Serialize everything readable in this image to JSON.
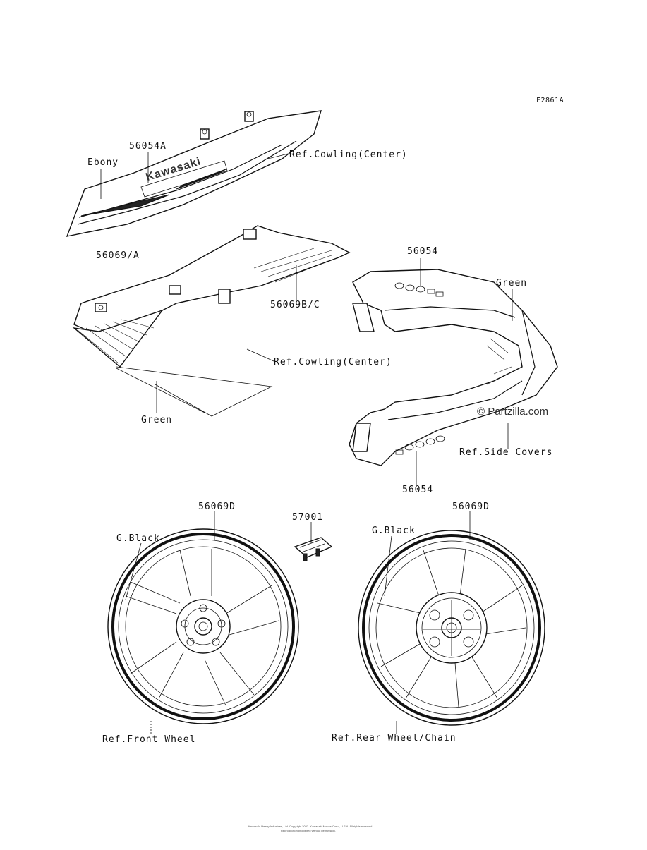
{
  "diagram": {
    "code": "F2861A",
    "watermark": "Partzilla.com",
    "footer_line1": "Kawasaki Heavy Industries, Ltd. Copyright 2003. Kawasaki Motors Corp., U.S.A. All rights reserved.",
    "footer_line2": "Reproduction prohibited without permission."
  },
  "labels": {
    "part_56054A": "56054A",
    "ebony": "Ebony",
    "ref_cowling_center_1": "Ref.Cowling(Center)",
    "part_56069A": "56069/A",
    "part_56069BC": "56069B/C",
    "ref_cowling_center_2": "Ref.Cowling(Center)",
    "green_left": "Green",
    "part_56054_top": "56054",
    "green_right": "Green",
    "ref_side_covers": "Ref.Side Covers",
    "part_56054_bottom": "56054",
    "part_56069D_front": "56069D",
    "gblack_front": "G.Black",
    "part_57001": "57001",
    "part_56069D_rear": "56069D",
    "gblack_rear": "G.Black",
    "ref_front_wheel": "Ref.Front Wheel",
    "ref_rear_wheel": "Ref.Rear Wheel/Chain"
  },
  "decal_text": "Kawasaki"
}
